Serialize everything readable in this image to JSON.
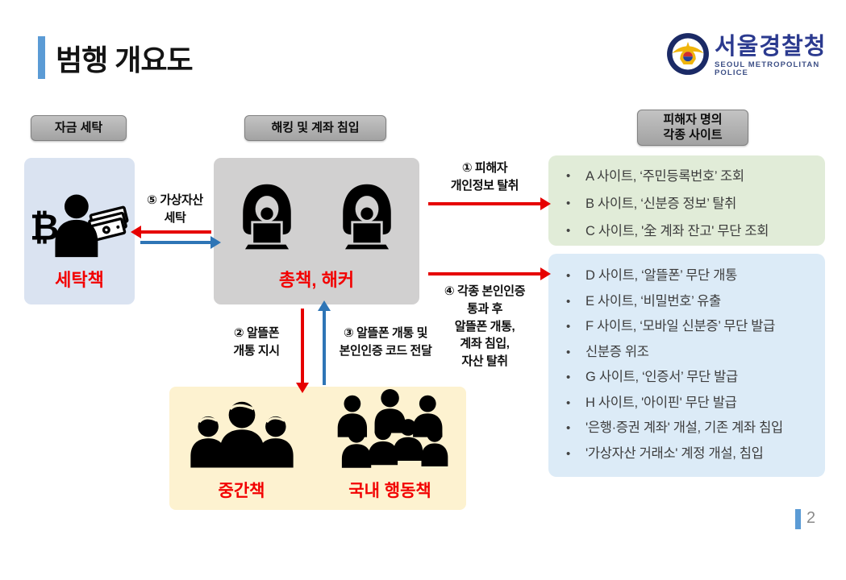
{
  "page": {
    "title": "범행 개요도",
    "page_number": "2"
  },
  "logo": {
    "org_ko": "서울경찰청",
    "org_en": "SEOUL METROPOLITAN POLICE"
  },
  "section_labels": {
    "left": "자금 세탁",
    "center": "해킹 및 계좌 침입",
    "right": "피해자 명의\n각종 사이트"
  },
  "nodes": {
    "launderer": {
      "label": "세탁책"
    },
    "hacker": {
      "label": "총책, 해커"
    },
    "middleman": {
      "label": "중간책"
    },
    "operatives": {
      "label": "국내 행동책"
    }
  },
  "flows": {
    "step1": "① 피해자\n개인정보 탈취",
    "step2": "② 알뜰폰\n개통 지시",
    "step3": "③ 알뜰폰 개통 및\n본인인증 코드 전달",
    "step4": "④ 각종 본인인증\n통과 후\n알뜰폰 개통,\n계좌 침입,\n자산 탈취",
    "step5": "⑤ 가상자산\n세탁"
  },
  "victim_sites": {
    "group1": [
      "A 사이트, ‘주민등록번호’ 조회",
      "B 사이트, ‘신분증 정보’ 탈취",
      "C 사이트, '全 계좌 잔고' 무단 조회"
    ],
    "group2": [
      "D 사이트, ‘알뜰폰’ 무단 개통",
      "E 사이트, ‘비밀번호’ 유출",
      "F 사이트, ‘모바일 신분증’ 무단 발급",
      "신분증 위조",
      "G 사이트, ‘인증서’ 무단 발급",
      "H 사이트, '아이핀' 무단 발급",
      "'은행·증권 계좌' 개설, 기존 계좌 침입",
      "'가상자산 거래소' 계정 개설, 침입"
    ]
  },
  "icons": {
    "bitcoin_symbol": "₿",
    "names": [
      "police-emblem-icon",
      "bitcoin-cash-person-icon",
      "hooded-hacker-icon",
      "people-group-icon"
    ]
  },
  "colors": {
    "accent_blue": "#5b9bd5",
    "red_text": "#f20000",
    "arrow_red": "#e60000",
    "arrow_blue": "#2e75b6",
    "box_launderer": "#dae3f1",
    "box_hacker": "#d1d0d0",
    "box_green": "#e1ecd8",
    "box_blue": "#dcebf7",
    "box_yellow": "#fdf2d0",
    "label_gray": "#b0b0b0",
    "logo_blue": "#2b3a8f"
  }
}
